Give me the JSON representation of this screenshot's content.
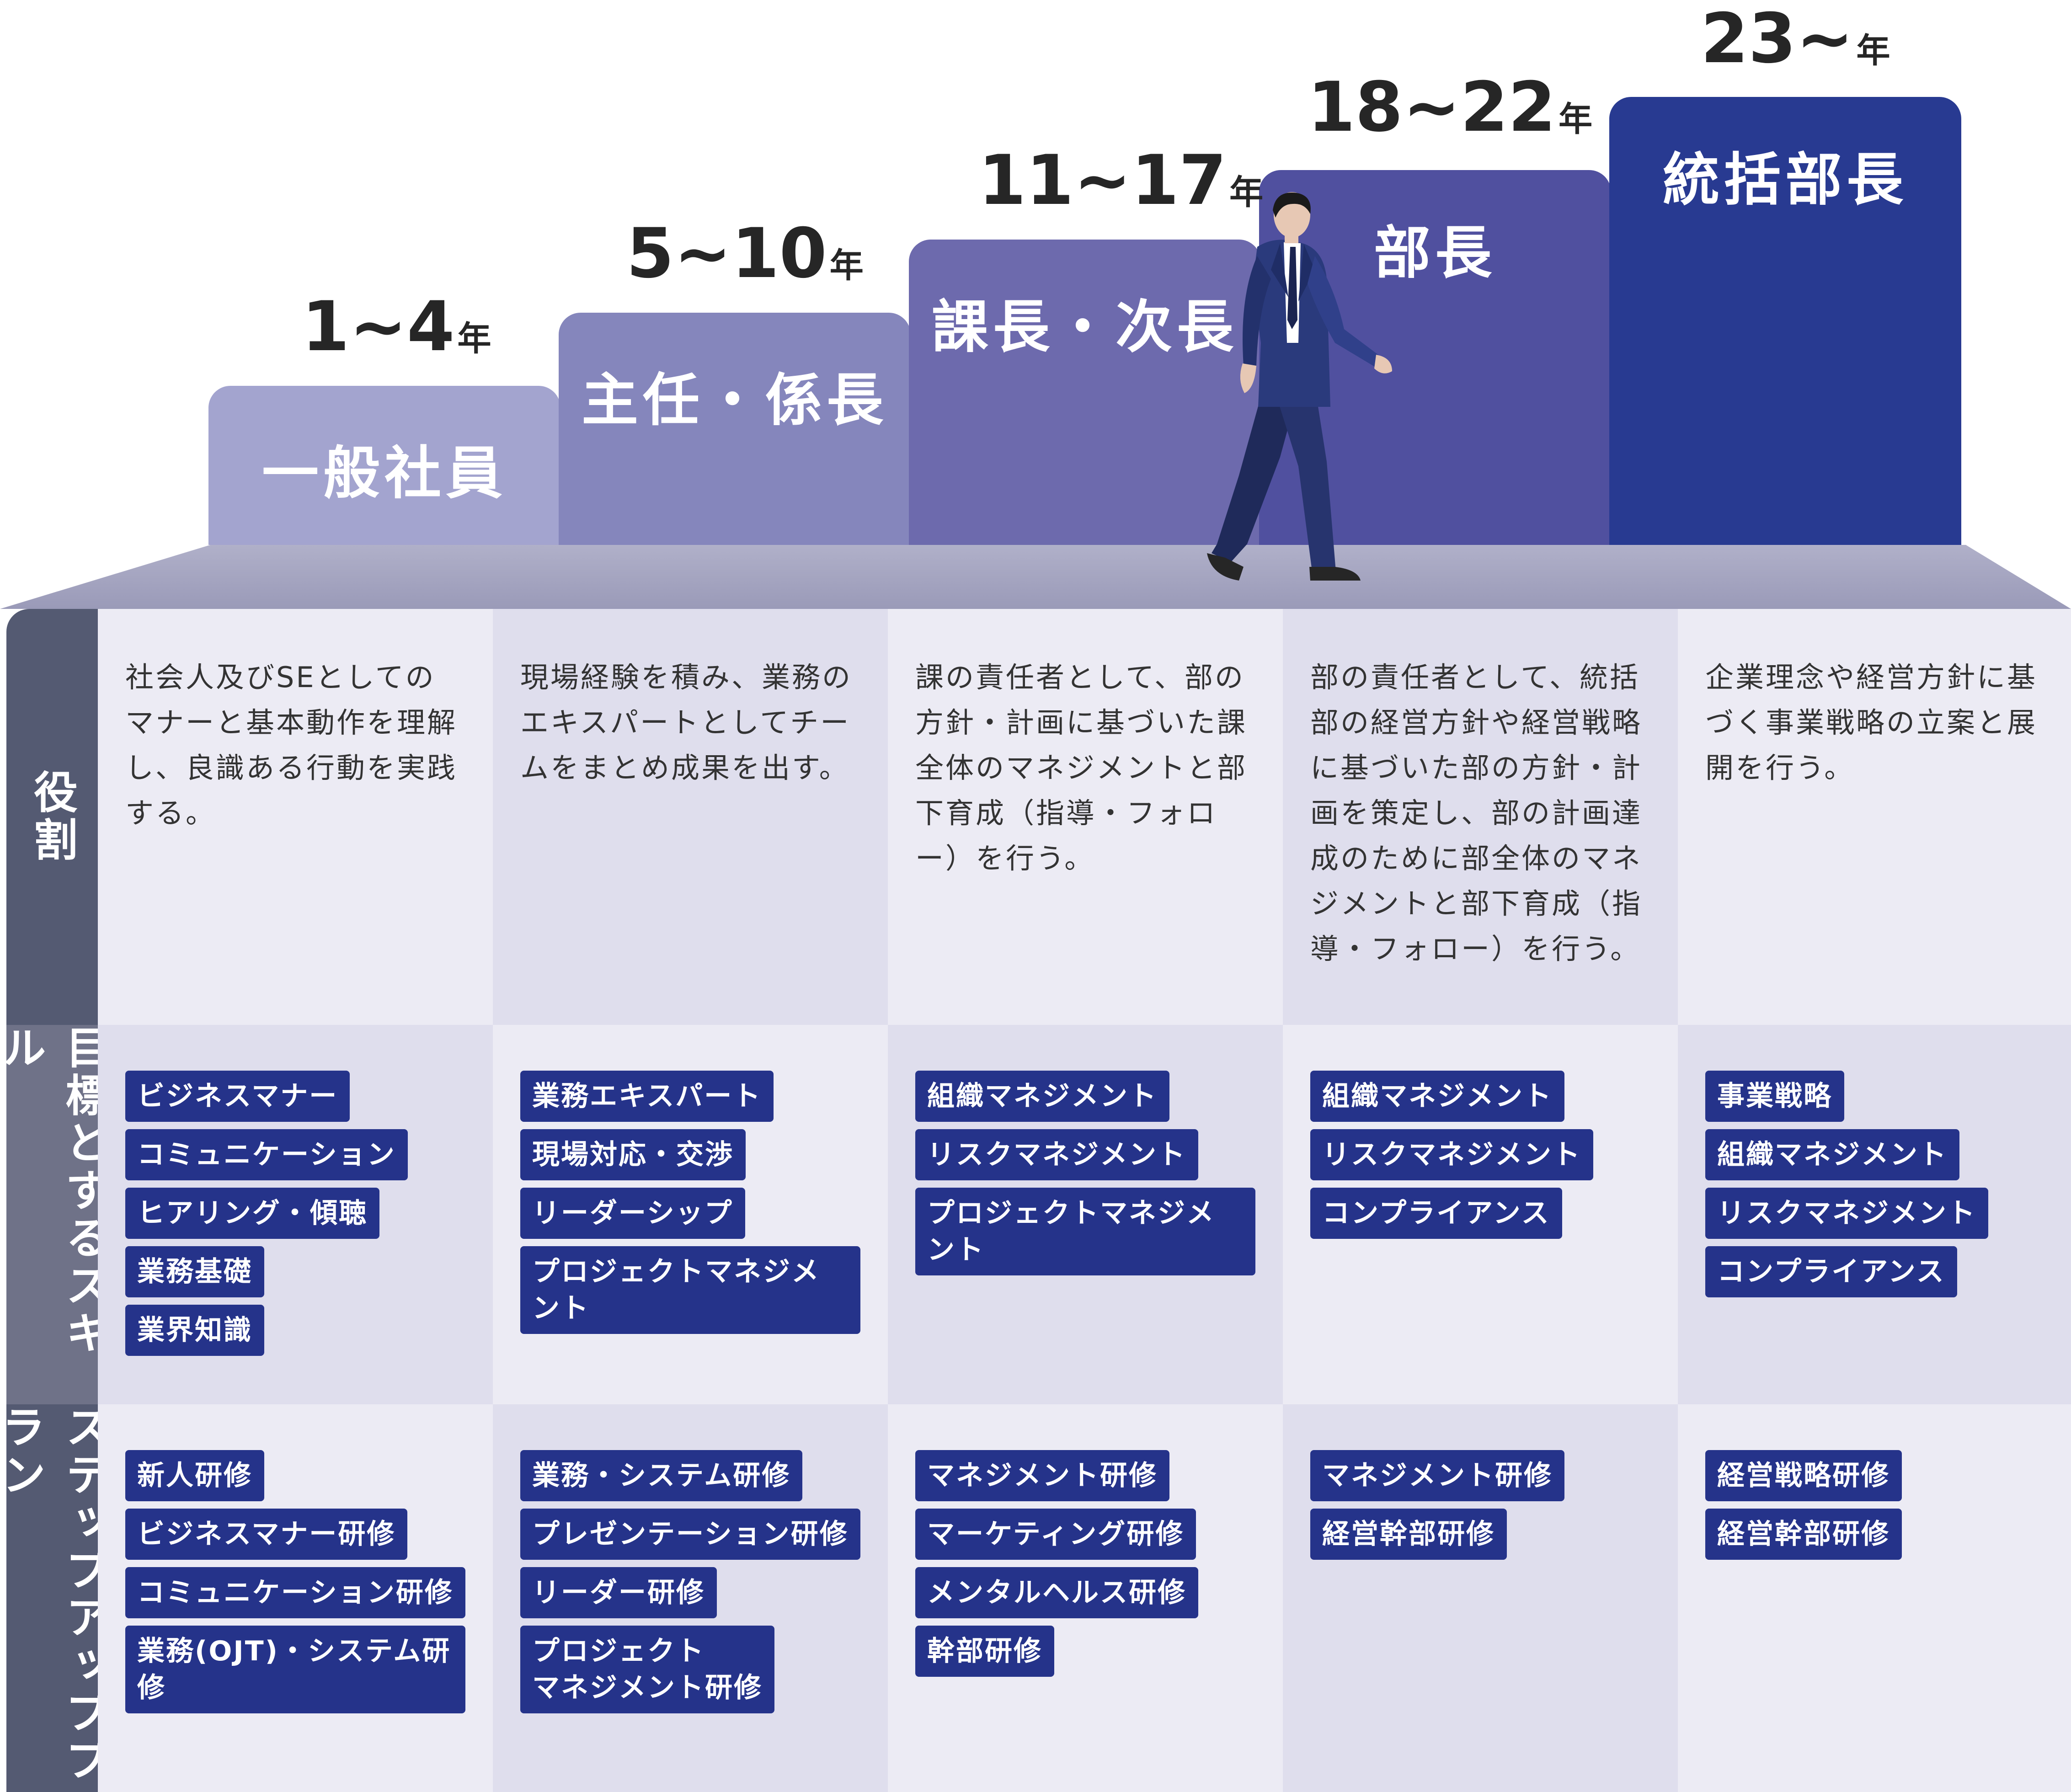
{
  "colors": {
    "step1": "#a3a4cf",
    "step2": "#8586bc",
    "step3": "#6d6aad",
    "step4": "#50509f",
    "step5": "#283a91",
    "tag": "#25338a",
    "label_dark": "#545a72",
    "label_mid": "#6f7288"
  },
  "levels": [
    {
      "years": "1~4",
      "unit": "年",
      "title": "一般社員"
    },
    {
      "years": "5~10",
      "unit": "年",
      "title": "主任・係長"
    },
    {
      "years": "11~17",
      "unit": "年",
      "title": "課長・次長"
    },
    {
      "years": "18~22",
      "unit": "年",
      "title": "部長"
    },
    {
      "years": "23~",
      "unit": "年",
      "title": "統括部長"
    }
  ],
  "row_labels": {
    "role": "役割",
    "skills": "目標とするスキル",
    "plan": "ステップアッププラン"
  },
  "roles": [
    "社会人及びSEとしてのマナーと基本動作を理解し、良識ある行動を実践する。",
    "現場経験を積み、業務のエキスパートとしてチームをまとめ成果を出す。",
    "課の責任者として、部の方針・計画に基づいた課全体のマネジメントと部下育成（指導・フォロー）を行う。",
    "部の責任者として、統括部の経営方針や経営戦略に基づいた部の方針・計画を策定し、部の計画達成のために部全体のマネジメントと部下育成（指導・フォロー）を行う。",
    "企業理念や経営方針に基づく事業戦略の立案と展開を行う。"
  ],
  "skills": [
    [
      "ビジネスマナー",
      "コミュニケーション",
      "ヒアリング・傾聴",
      "業務基礎",
      "業界知識"
    ],
    [
      "業務エキスパート",
      "現場対応・交渉",
      "リーダーシップ",
      "プロジェクトマネジメント"
    ],
    [
      "組織マネジメント",
      "リスクマネジメント",
      "プロジェクトマネジメント"
    ],
    [
      "組織マネジメント",
      "リスクマネジメント",
      "コンプライアンス"
    ],
    [
      "事業戦略",
      "組織マネジメント",
      "リスクマネジメント",
      "コンプライアンス"
    ]
  ],
  "plans": [
    [
      "新人研修",
      "ビジネスマナー研修",
      "コミュニケーション研修",
      "業務(OJT)・システム研修"
    ],
    [
      "業務・システム研修",
      "プレゼンテーション研修",
      "リーダー研修",
      "プロジェクト\nマネジメント研修"
    ],
    [
      "マネジメント研修",
      "マーケティング研修",
      "メンタルヘルス研修",
      "幹部研修"
    ],
    [
      "マネジメント研修",
      "経営幹部研修"
    ],
    [
      "経営戦略研修",
      "経営幹部研修"
    ]
  ]
}
